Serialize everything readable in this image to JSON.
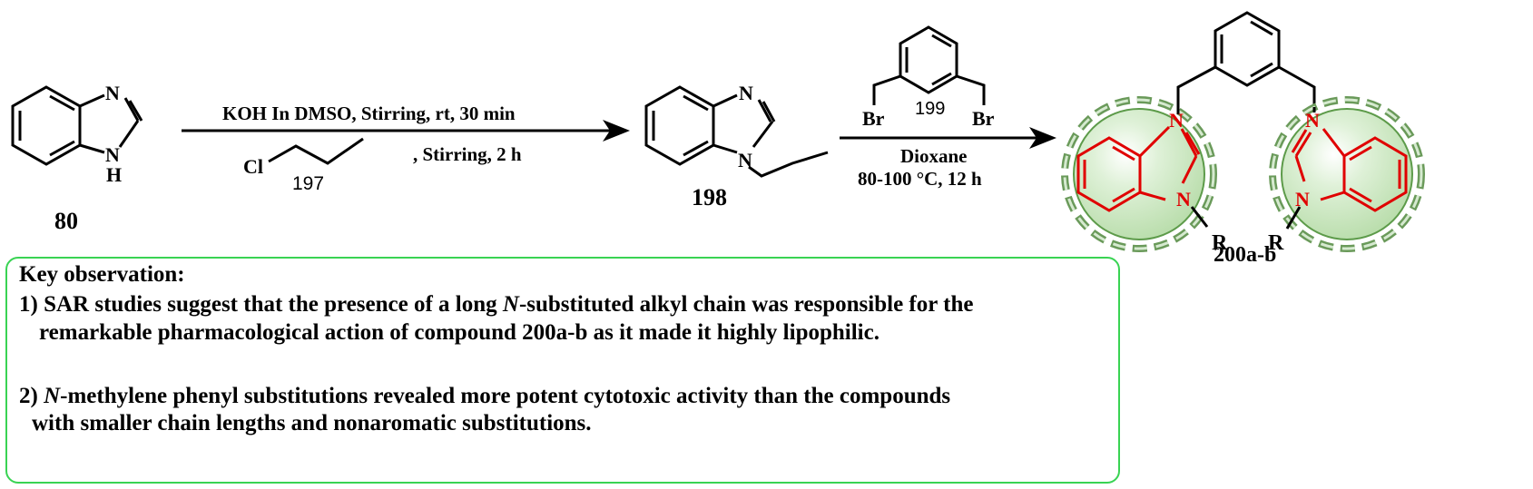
{
  "compounds": {
    "start": "80",
    "alkyl_halide": "197",
    "intermediate": "198",
    "dibromide": "199",
    "product": "200a-b"
  },
  "atoms": {
    "N": "N",
    "NH_N": "N",
    "NH_H": "H",
    "Cl": "Cl",
    "Br": "Br",
    "R": "R"
  },
  "step1": {
    "conditions_top": "KOH In DMSO, Stirring, rt, 30 min",
    "conditions_bottom": ", Stirring, 2 h"
  },
  "step2": {
    "solvent": "Dioxane",
    "conditions": "80-100 °C, 12 h"
  },
  "observation": {
    "title": "Key observation:",
    "point1_a_pre": "1) SAR studies suggest that the presence of a long ",
    "point1_a_ital": "N",
    "point1_a_post": "-substituted alkyl chain was responsible for the",
    "point1_b": "remarkable pharmacological action of compound 200a-b as it made it highly lipophilic.",
    "point2_a_pre": "2) ",
    "point2_a_ital": "N",
    "point2_a_post": "-methylene phenyl substitutions revealed more potent cytotoxic activity than the compounds",
    "point2_b": "with smaller chain lengths and nonaromatic substitutions."
  },
  "colors": {
    "highlight_ring": "#e00000",
    "sphere_fill": "#bfe3b4",
    "box_border": "#39d353"
  }
}
